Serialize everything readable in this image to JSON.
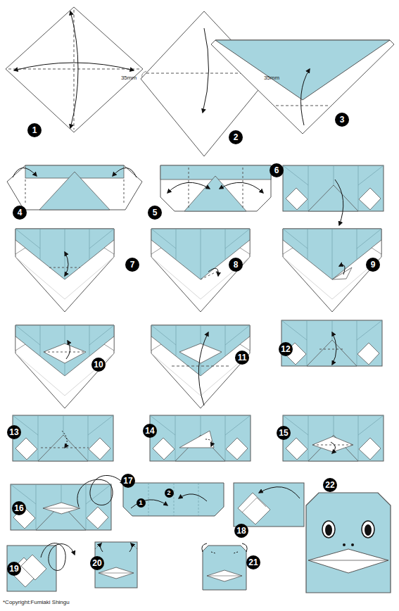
{
  "diagram": {
    "nodes": [
      {
        "text": [
          "1"
        ]
      },
      {
        "text": [
          "2"
        ]
      },
      {
        "text": [
          "3"
        ]
      },
      {
        "text": [
          "4"
        ]
      },
      {
        "text": [
          "5"
        ]
      },
      {
        "text": [
          "6"
        ]
      },
      {
        "text": [
          "7"
        ]
      },
      {
        "text": [
          "8"
        ]
      },
      {
        "text": [
          "9"
        ]
      },
      {
        "text": [
          "10"
        ]
      },
      {
        "text": [
          "11"
        ]
      },
      {
        "text": [
          "12"
        ]
      },
      {
        "text": [
          "13"
        ]
      },
      {
        "text": [
          "14"
        ]
      },
      {
        "text": [
          "15"
        ]
      },
      {
        "text": [
          "16"
        ]
      },
      {
        "text": [
          "17"
        ]
      },
      {
        "text": [
          "1"
        ]
      },
      {
        "text": [
          "2"
        ]
      },
      {
        "text": [
          "18"
        ]
      },
      {
        "text": [
          "19"
        ]
      },
      {
        "text": [
          "20"
        ]
      },
      {
        "text": [
          "21"
        ]
      },
      {
        "text": [
          "22"
        ]
      }
    ],
    "labels": [
      "35mm",
      "35mm",
      "*Copyright:Fumiaki Shingu"
    ]
  }
}
